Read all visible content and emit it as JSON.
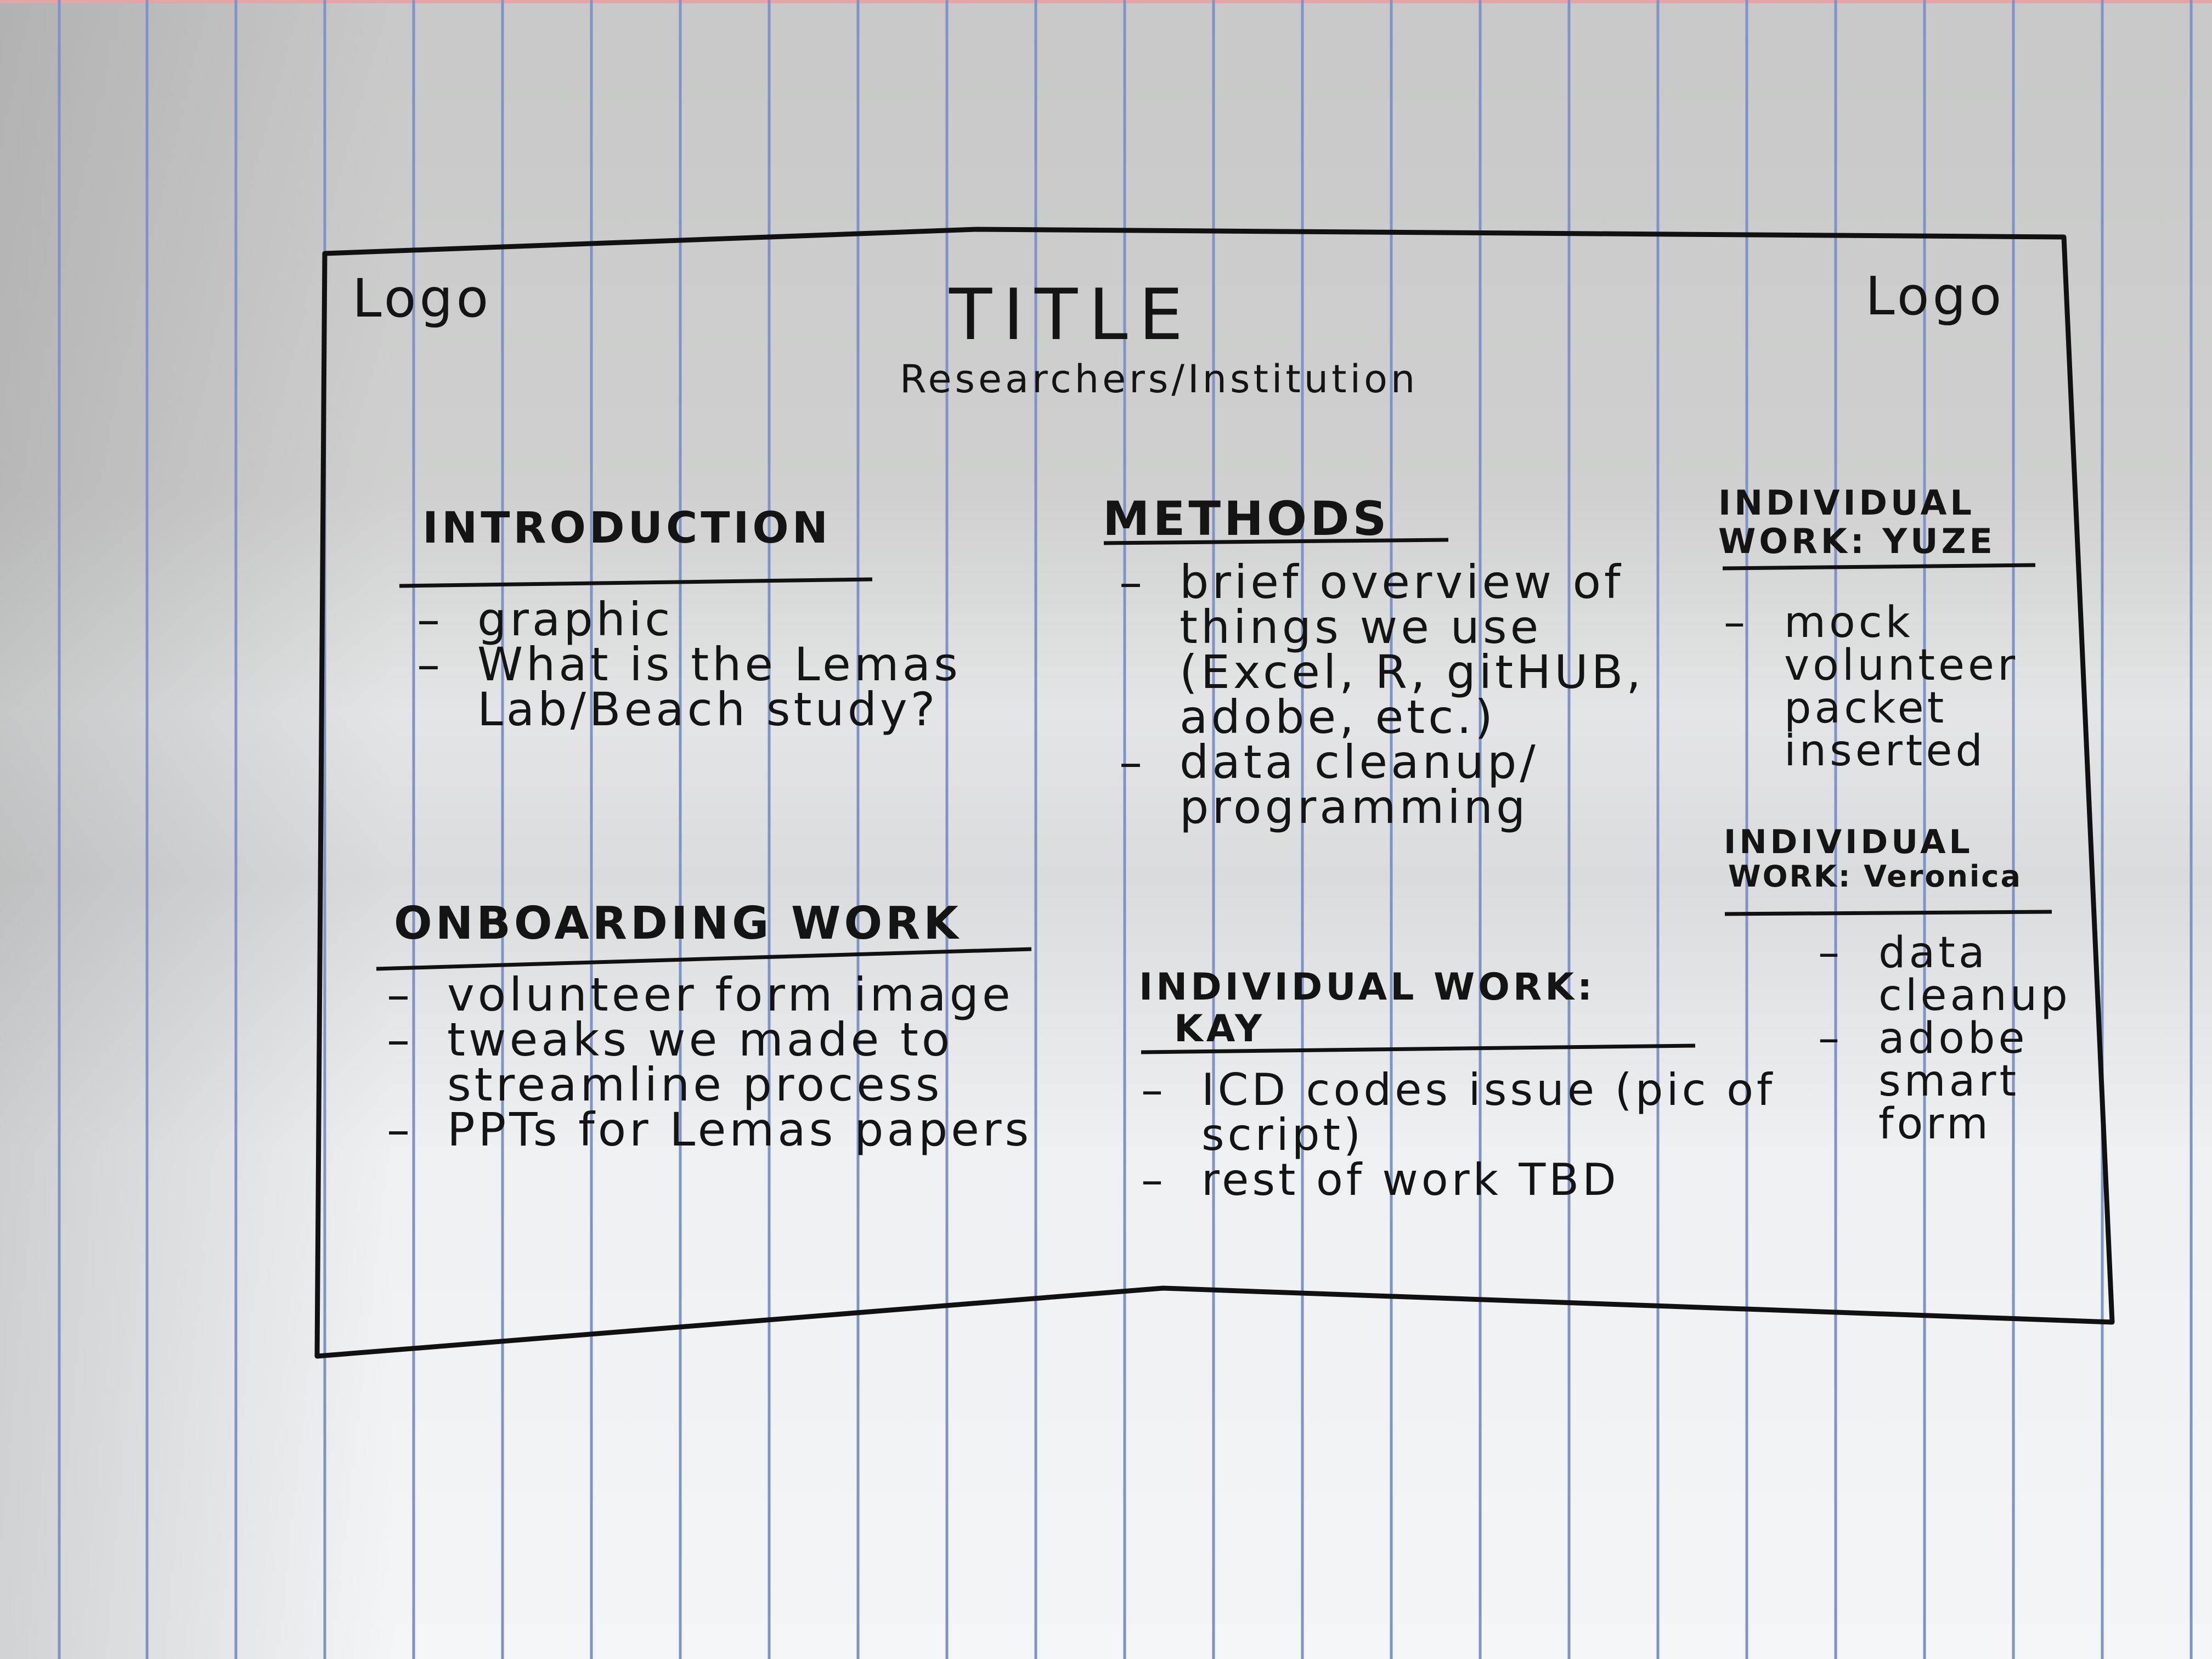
{
  "sketch": {
    "logo_left": "Logo",
    "logo_right": "Logo",
    "title": "TITLE",
    "subtitle": "Researchers/Institution",
    "introduction": {
      "heading": "INTRODUCTION",
      "items": [
        "graphic",
        "What is the Lemas Lab/Beach study?"
      ]
    },
    "onboarding": {
      "heading": "ONBOARDING WORK",
      "items": [
        "volunteer form image",
        "tweaks we made to streamline process",
        "PPTs for Lemas papers"
      ]
    },
    "methods": {
      "heading": "METHODS",
      "items": [
        "brief overview of things we use (Excel, R, gitHUB, adobe, etc.)",
        "data cleanup/ programming"
      ]
    },
    "kay": {
      "heading_line1": "INDIVIDUAL WORK:",
      "heading_line2": "KAY",
      "items": [
        "ICD codes issue (pic of script)",
        "rest of work TBD"
      ]
    },
    "yuze": {
      "heading_line1": "INDIVIDUAL",
      "heading_line2": "WORK: YUZE",
      "items": [
        "mock volunteer packet inserted"
      ]
    },
    "veronica": {
      "heading_line1": "INDIVIDUAL",
      "heading_line2": "WORK: Veronica",
      "items": [
        "data cleanup",
        "adobe smart form"
      ]
    }
  }
}
